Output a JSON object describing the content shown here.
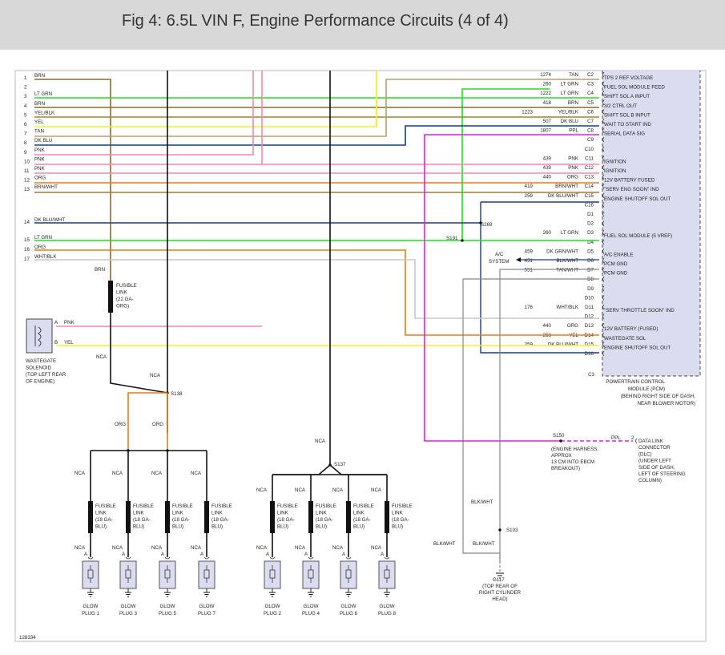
{
  "title": "Fig 4: 6.5L VIN F, Engine Performance Circuits (4 of 4)",
  "figure_id": "128334",
  "colors": {
    "BRN": "#8b6a2e",
    "LT GRN": "#22dd22",
    "YEL/BLK": "#9a8a20",
    "YEL": "#f2f21a",
    "TAN": "#b8a06a",
    "DK BLU": "#1a3a8a",
    "PNK": "#f08aa8",
    "ORG": "#f07a10",
    "BRN/WHT": "#a07a3a",
    "DK BLU/WHT": "#1a3a8a",
    "WHT/BLK": "#c8c8c8",
    "PPL": "#e020e0",
    "BLK": "#111111",
    "GRAY": "#888888",
    "PCM_FILL": "#dcdcf0"
  },
  "left_wires": [
    {
      "num": "1",
      "label": "BRN"
    },
    {
      "num": "2",
      "label": ""
    },
    {
      "num": "3",
      "label": "LT GRN"
    },
    {
      "num": "4",
      "label": "BRN"
    },
    {
      "num": "5",
      "label": "YEL/BLK"
    },
    {
      "num": "6",
      "label": "YEL"
    },
    {
      "num": "7",
      "label": "TAN"
    },
    {
      "num": "8",
      "label": "DK BLU"
    },
    {
      "num": "9",
      "label": "PNK"
    },
    {
      "num": "10",
      "label": "PNK"
    },
    {
      "num": "11",
      "label": "PNK"
    },
    {
      "num": "12",
      "label": "ORG"
    },
    {
      "num": "13",
      "label": "BRN/WHT"
    },
    {
      "num": "14",
      "label": "DK BLU/WHT"
    },
    {
      "num": "15",
      "label": "LT GRN"
    },
    {
      "num": "16",
      "label": "ORG"
    },
    {
      "num": "17",
      "label": "WHT/BLK"
    }
  ],
  "pcm_pins": [
    {
      "circuit": "1274",
      "color": "TAN",
      "pin": "C2",
      "function": "TPS 2 REF VOLTAGE"
    },
    {
      "circuit": "260",
      "color": "LT GRN",
      "pin": "C3",
      "function": "FUEL SOL MODULE FEED"
    },
    {
      "circuit": "1222",
      "color": "LT GRN",
      "pin": "C4",
      "function": "SHIFT SOL A INPUT"
    },
    {
      "circuit": "418",
      "color": "BRN",
      "pin": "C5",
      "function": "3/2 CTRL OUT"
    },
    {
      "circuit": "1223",
      "color": "YEL/BLK",
      "pin": "C6",
      "function": "SHIFT SOL B INPUT"
    },
    {
      "circuit": "507",
      "color": "DK BLU",
      "pin": "C7",
      "function": "WAIT TO START IND"
    },
    {
      "circuit": "1807",
      "color": "PPL",
      "pin": "C8",
      "function": "SERIAL DATA SIG"
    },
    {
      "circuit": "",
      "color": "",
      "pin": "C9",
      "function": ""
    },
    {
      "circuit": "",
      "color": "",
      "pin": "C10",
      "function": ""
    },
    {
      "circuit": "439",
      "color": "PNK",
      "pin": "C11",
      "function": "IGNITION"
    },
    {
      "circuit": "439",
      "color": "PNK",
      "pin": "C12",
      "function": "IGNITION"
    },
    {
      "circuit": "440",
      "color": "ORG",
      "pin": "C13",
      "function": "12V BATTERY FUSED"
    },
    {
      "circuit": "419",
      "color": "BRN/WHT",
      "pin": "C14",
      "function": "\"SERV ENG SOON\" IND"
    },
    {
      "circuit": "259",
      "color": "DK BLU/WHT",
      "pin": "C15",
      "function": "ENGINE SHUTOFF SOL OUT"
    },
    {
      "circuit": "",
      "color": "",
      "pin": "C16",
      "function": ""
    },
    {
      "circuit": "",
      "color": "",
      "pin": "D1",
      "function": ""
    },
    {
      "circuit": "",
      "color": "",
      "pin": "D2",
      "function": ""
    },
    {
      "circuit": "260",
      "color": "LT GRN",
      "pin": "D3",
      "function": "FUEL SOL MODULE (5 VREF)"
    },
    {
      "circuit": "",
      "color": "",
      "pin": "D4",
      "function": ""
    },
    {
      "circuit": "459",
      "color": "DK GRN/WHT",
      "pin": "D5",
      "function": "A/C ENABLE"
    },
    {
      "circuit": "451",
      "color": "BLK/WHT",
      "pin": "D6",
      "function": "PCM GND"
    },
    {
      "circuit": "551",
      "color": "TAN/WHT",
      "pin": "D7",
      "function": "PCM GND"
    },
    {
      "circuit": "",
      "color": "",
      "pin": "D8",
      "function": ""
    },
    {
      "circuit": "",
      "color": "",
      "pin": "D9",
      "function": ""
    },
    {
      "circuit": "",
      "color": "",
      "pin": "D10",
      "function": ""
    },
    {
      "circuit": "176",
      "color": "WHT/BLK",
      "pin": "D11",
      "function": "\"SERV THROTTLE SOON\" IND"
    },
    {
      "circuit": "",
      "color": "",
      "pin": "D12",
      "function": ""
    },
    {
      "circuit": "440",
      "color": "ORG",
      "pin": "D13",
      "function": "12V BATTERY (FUSED)"
    },
    {
      "circuit": "258",
      "color": "YEL",
      "pin": "D14",
      "function": "WASTEGATE SOL"
    },
    {
      "circuit": "259",
      "color": "DK BLU/WHT",
      "pin": "D15",
      "function": "ENGINE SHUTOFF SOL OUT"
    },
    {
      "circuit": "",
      "color": "",
      "pin": "D16",
      "function": ""
    }
  ],
  "pcm": {
    "connector": "C3",
    "lines": [
      "POWERTRAIN CONTROL",
      "MODULE (PCM)",
      "(BEHIND RIGHT SIDE OF DASH,",
      "NEAR BLOWER MOTOR)"
    ]
  },
  "splices": {
    "s269": "S269",
    "s191": "S191",
    "s138": "S138",
    "s137": "S137",
    "s150": "S150",
    "s103": "S103",
    "g117": "G117"
  },
  "ac_system": [
    "A/C",
    "SYSTEM"
  ],
  "s150_note": [
    "(ENGINE HARNESS,",
    "APPROX",
    "13 CM INTO EBCM",
    "BREAKOUT)"
  ],
  "dlc": {
    "wire": "PPL",
    "pin": "2",
    "lines": [
      "DATA LINK",
      "CONNECTOR",
      "(DLC)",
      "(UNDER LEFT",
      "SIDE OF DASH,",
      "LEFT OF STEERING",
      "COLUMN)"
    ]
  },
  "g117_lines": [
    "(TOP REAR OF",
    "RIGHT CYLINDER",
    "HEAD)"
  ],
  "wastegate": {
    "pin_a": "A",
    "wire_a": "PNK",
    "pin_b": "B",
    "wire_b": "YEL",
    "lines": [
      "WASTEGATE",
      "SOLENOID",
      "(TOP LEFT REAR",
      "OF ENGINE)"
    ]
  },
  "main_fusible": {
    "lines": [
      "FUSIBLE",
      "LINK",
      "(22 GA-",
      "ORG)"
    ]
  },
  "glow_fusible_lines": [
    "FUSIBLE",
    "LINK",
    "(18 GA-",
    "BLU)"
  ],
  "labels": {
    "brn": "BRN",
    "nca": "NCA",
    "org": "ORG",
    "pin_a": "A",
    "blk_wht": "BLK/WHT"
  },
  "glow_plugs_left": [
    [
      "GLOW",
      "PLUG 1"
    ],
    [
      "GLOW",
      "PLUG 3"
    ],
    [
      "GLOW",
      "PLUG 5"
    ],
    [
      "GLOW",
      "PLUG 7"
    ]
  ],
  "glow_plugs_right": [
    [
      "GLOW",
      "PLUG 2"
    ],
    [
      "GLOW",
      "PLUG 4"
    ],
    [
      "GLOW",
      "PLUG 6"
    ],
    [
      "GLOW",
      "PLUG 8"
    ]
  ]
}
